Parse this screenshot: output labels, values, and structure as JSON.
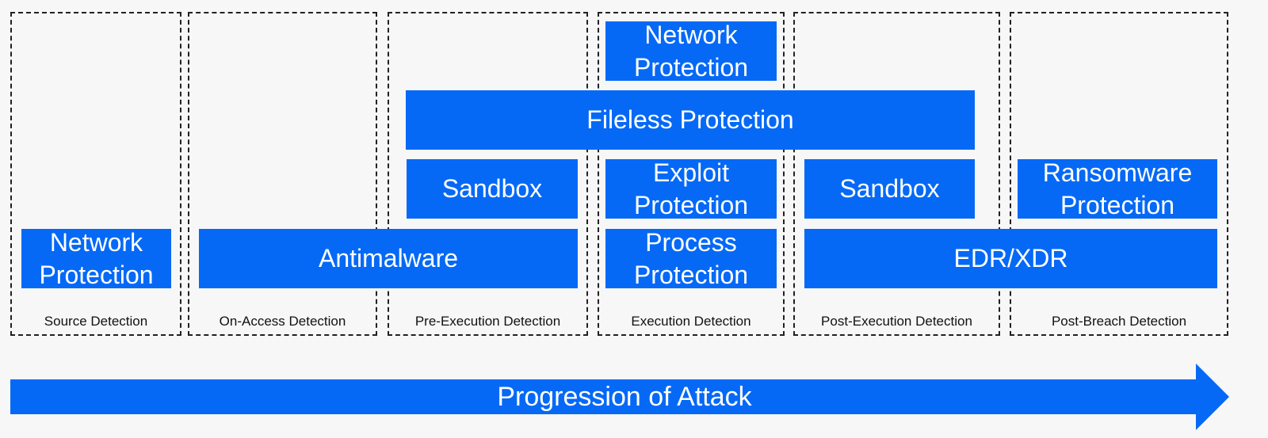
{
  "stages": [
    {
      "label": "Source Detection"
    },
    {
      "label": "On-Access Detection"
    },
    {
      "label": "Pre-Execution Detection"
    },
    {
      "label": "Execution Detection"
    },
    {
      "label": "Post-Execution Detection"
    },
    {
      "label": "Post-Breach Detection"
    }
  ],
  "blocks": {
    "network_protection_source": "Network\nProtection",
    "antimalware": "Antimalware",
    "sandbox_pre_execution": "Sandbox",
    "network_protection_execution": "Network\nProtection",
    "fileless_protection": "Fileless Protection",
    "exploit_protection": "Exploit\nProtection",
    "process_protection": "Process\nProtection",
    "sandbox_post_execution": "Sandbox",
    "edr_xdr": "EDR/XDR",
    "ransomware_protection": "Ransomware\nProtection"
  },
  "arrow": {
    "label": "Progression of Attack"
  },
  "colors": {
    "block": "#0569f6",
    "arrow": "#0569f6",
    "border": "#222222",
    "background": "#f7f7f7"
  }
}
